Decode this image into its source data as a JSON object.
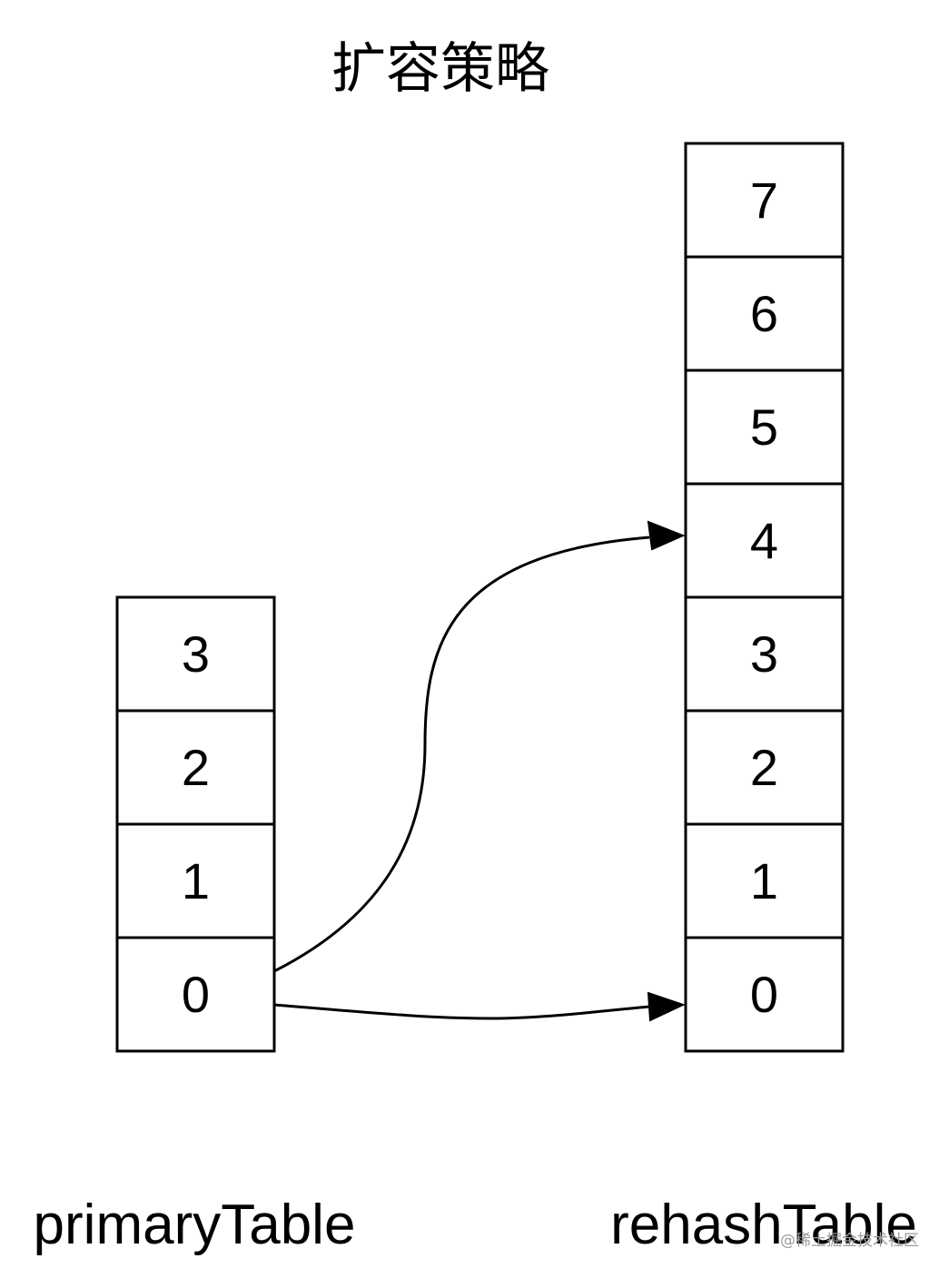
{
  "title": "扩容策略",
  "tables": {
    "primary": {
      "label": "primaryTable",
      "cells": [
        "3",
        "2",
        "1",
        "0"
      ]
    },
    "rehash": {
      "label": "rehashTable",
      "cells": [
        "7",
        "6",
        "5",
        "4",
        "3",
        "2",
        "1",
        "0"
      ]
    }
  },
  "arrows": [
    {
      "from": "primaryTable:0",
      "to": "rehashTable:4"
    },
    {
      "from": "primaryTable:0",
      "to": "rehashTable:0"
    }
  ],
  "watermark": "@稀土掘金技术社区"
}
